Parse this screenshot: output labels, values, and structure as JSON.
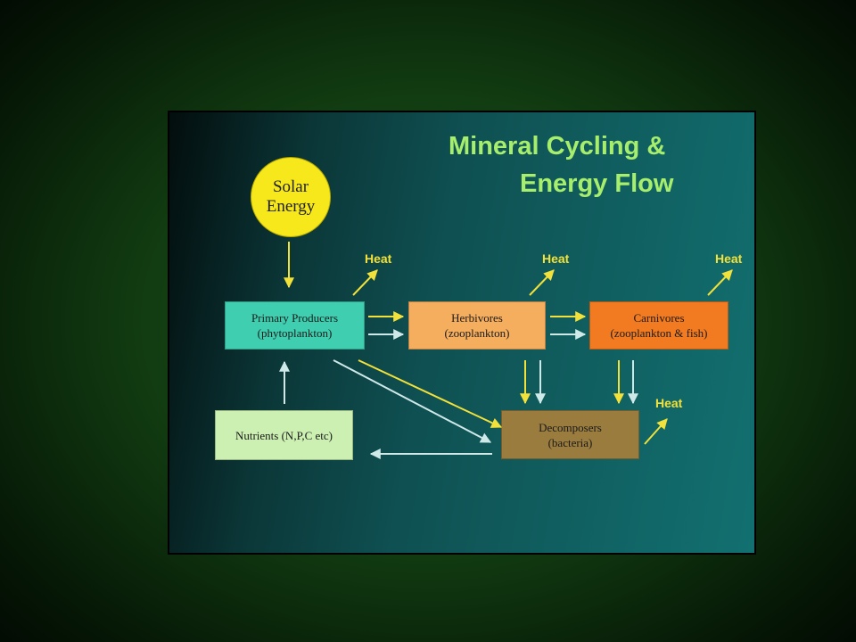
{
  "title": {
    "line1": "Mineral Cycling &",
    "line2": "Energy Flow"
  },
  "solar": {
    "line1": "Solar",
    "line2": "Energy"
  },
  "nodes": {
    "producers": {
      "line1": "Primary Producers",
      "line2": "(phytoplankton)",
      "color": "#3fcfb0"
    },
    "herbivores": {
      "line1": "Herbivores",
      "line2": "(zooplankton)",
      "color": "#f5ad5e"
    },
    "carnivores": {
      "line1": "Carnivores",
      "line2": "(zooplankton & fish)",
      "color": "#f27a20"
    },
    "nutrients": {
      "line1": "Nutrients (N,P,C etc)",
      "color": "#ccf0b2"
    },
    "decomposers": {
      "line1": "Decomposers",
      "line2": "(bacteria)",
      "color": "#9a7c3e"
    }
  },
  "heat_label": "Heat",
  "colors": {
    "energy_arrow": "#f2e13a",
    "nutrient_arrow": "#cfe8e8",
    "title": "#a6ee6c"
  }
}
